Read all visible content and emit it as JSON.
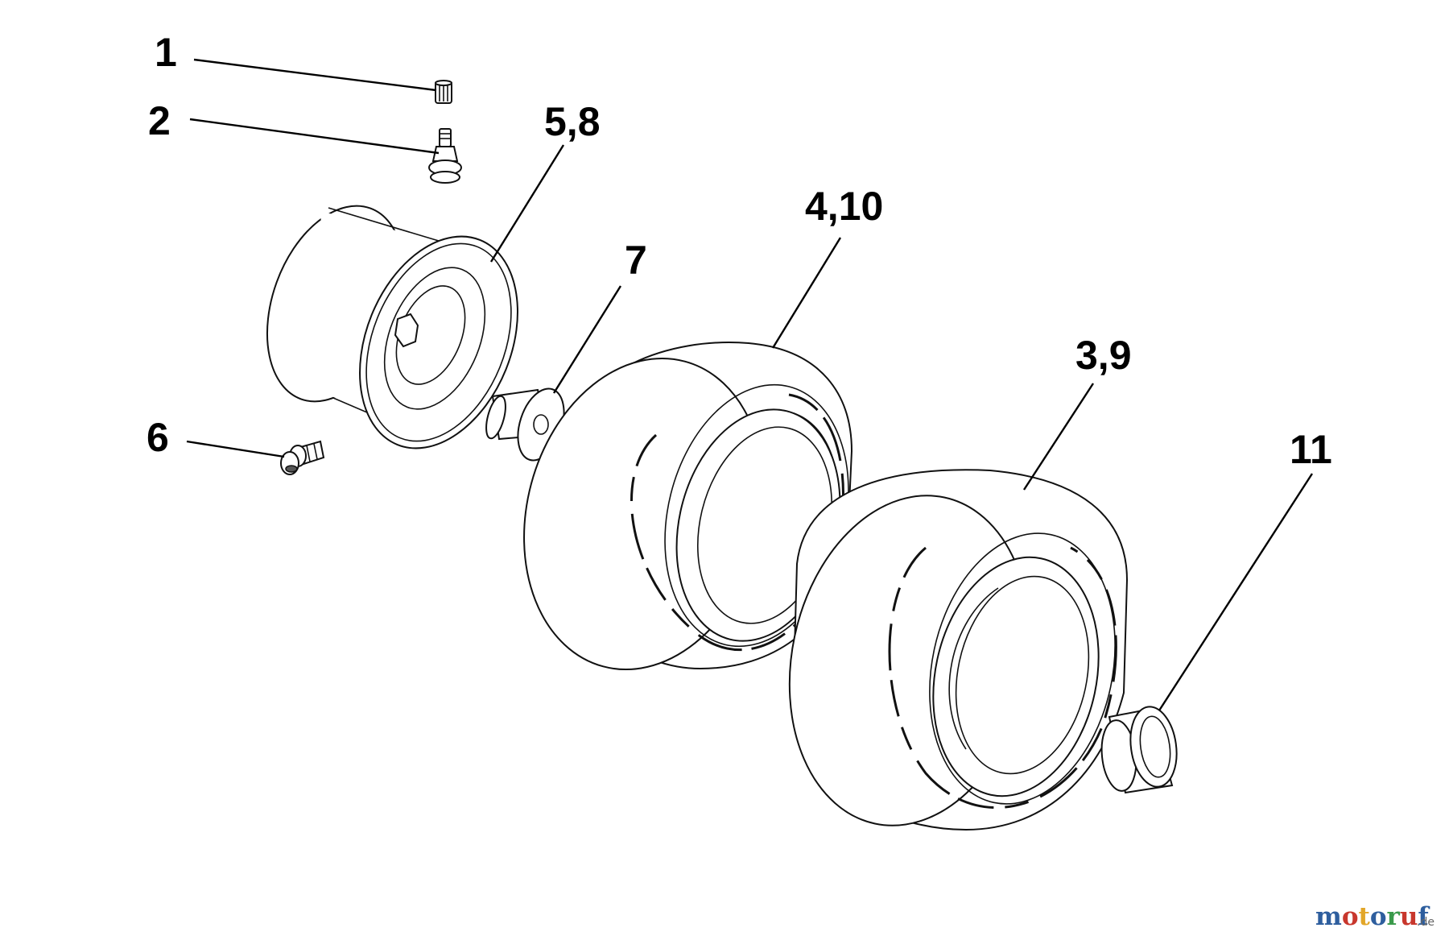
{
  "callouts": {
    "c1": "1",
    "c2": "2",
    "c58": "5,8",
    "c410": "4,10",
    "c7": "7",
    "c39": "3,9",
    "c6": "6",
    "c11": "11"
  },
  "watermark": {
    "letters": [
      {
        "ch": "m",
        "color": "#2e5e9e"
      },
      {
        "ch": "o",
        "color": "#c8372d"
      },
      {
        "ch": "t",
        "color": "#e2a629"
      },
      {
        "ch": "o",
        "color": "#2e5e9e"
      },
      {
        "ch": "r",
        "color": "#3a9a4b"
      },
      {
        "ch": "u",
        "color": "#c8372d"
      },
      {
        "ch": "f",
        "color": "#2e5e9e"
      }
    ],
    "suffix": ".de"
  }
}
